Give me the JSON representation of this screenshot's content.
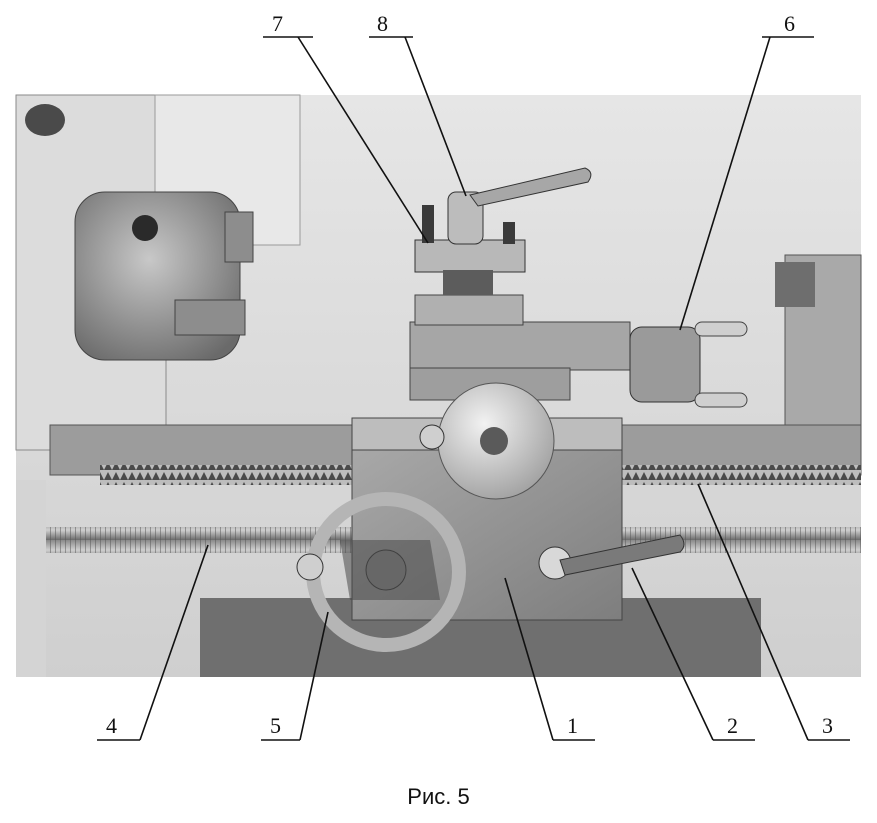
{
  "caption": "Рис. 5",
  "callouts": [
    {
      "id": "1",
      "label": "1"
    },
    {
      "id": "2",
      "label": "2"
    },
    {
      "id": "3",
      "label": "3"
    },
    {
      "id": "4",
      "label": "4"
    },
    {
      "id": "5",
      "label": "5"
    },
    {
      "id": "6",
      "label": "6"
    },
    {
      "id": "7",
      "label": "7"
    },
    {
      "id": "8",
      "label": "8"
    }
  ],
  "colors": {
    "background": "#ffffff",
    "photo_dark": "#3a3a3a",
    "photo_mid": "#8c8c8c",
    "photo_light": "#d9d9d9",
    "ink": "#111111"
  },
  "image_content": "grayscale photograph of lathe carriage with numbered callouts"
}
